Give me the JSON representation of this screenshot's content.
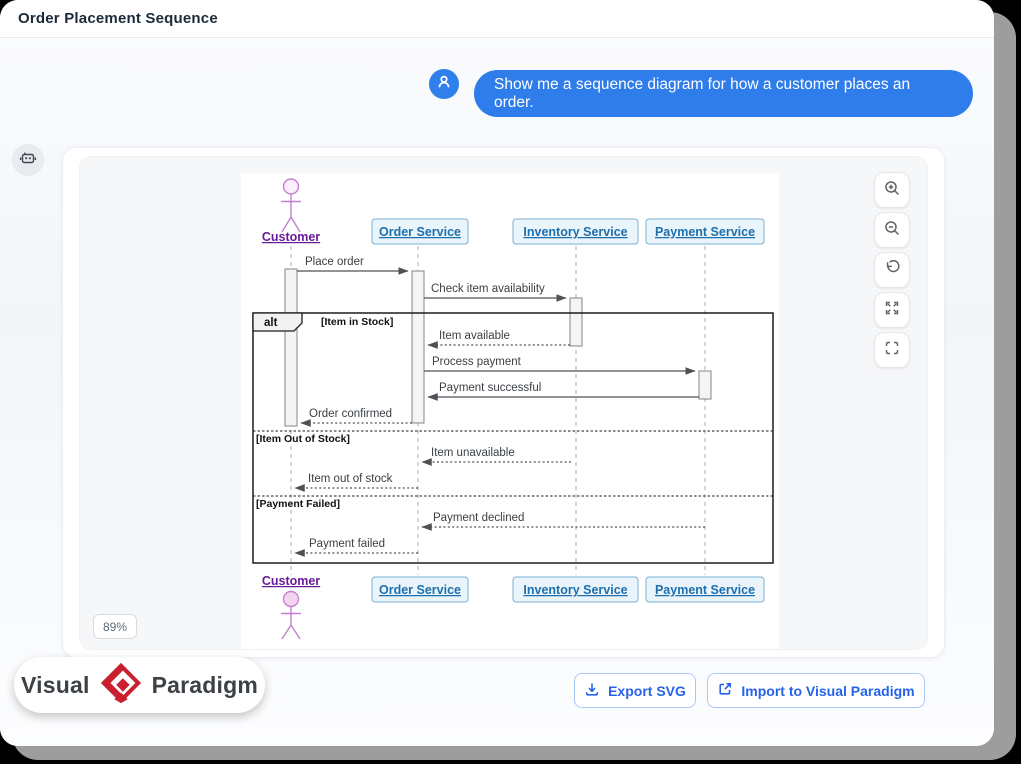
{
  "window": {
    "title": "Order Placement Sequence"
  },
  "chat": {
    "user_message": "Show me a sequence diagram for how a customer places an order.",
    "user_avatar_icon": "person-icon",
    "bot_avatar_icon": "robot-icon"
  },
  "canvas": {
    "zoom_percent": "89%",
    "controls": [
      {
        "icon": "zoom-in-icon"
      },
      {
        "icon": "zoom-out-icon"
      },
      {
        "icon": "reset-view-icon"
      },
      {
        "icon": "expand-icon"
      },
      {
        "icon": "fullscreen-icon"
      }
    ]
  },
  "diagram": {
    "type": "sequence",
    "participants": [
      {
        "name": "Customer",
        "kind": "actor"
      },
      {
        "name": "Order Service",
        "kind": "participant"
      },
      {
        "name": "Inventory Service",
        "kind": "participant"
      },
      {
        "name": "Payment Service",
        "kind": "participant"
      }
    ],
    "messages": [
      {
        "from": "Customer",
        "to": "Order Service",
        "label": "Place order",
        "style": "solid"
      },
      {
        "from": "Order Service",
        "to": "Inventory Service",
        "label": "Check item availability",
        "style": "solid"
      },
      {
        "from": "Inventory Service",
        "to": "Order Service",
        "label": "Item available",
        "style": "dotted"
      },
      {
        "from": "Order Service",
        "to": "Payment Service",
        "label": "Process payment",
        "style": "solid"
      },
      {
        "from": "Payment Service",
        "to": "Order Service",
        "label": "Payment successful",
        "style": "solid"
      },
      {
        "from": "Order Service",
        "to": "Customer",
        "label": "Order confirmed",
        "style": "dotted"
      },
      {
        "from": "Inventory Service",
        "to": "Order Service",
        "label": "Item unavailable",
        "style": "dotted"
      },
      {
        "from": "Order Service",
        "to": "Customer",
        "label": "Item out of stock",
        "style": "dotted"
      },
      {
        "from": "Payment Service",
        "to": "Order Service",
        "label": "Payment declined",
        "style": "dotted"
      },
      {
        "from": "Order Service",
        "to": "Customer",
        "label": "Payment failed",
        "style": "dotted"
      }
    ],
    "fragment": {
      "operator": "alt",
      "guards": [
        "[Item in Stock]",
        "[Item Out of Stock]",
        "[Payment Failed]"
      ]
    }
  },
  "footer": {
    "export_label": "Export SVG",
    "export_icon": "download-icon",
    "import_label": "Import to Visual Paradigm",
    "import_icon": "external-link-icon"
  },
  "logo": {
    "word1": "Visual",
    "word2": "Paradigm",
    "mark": "vp-diamond-icon"
  },
  "colors": {
    "bubble_blue": "#2f7ceb",
    "accent_blue": "#2563eb",
    "service_box_fill": "#eaf4fb",
    "service_box_border": "#7ab0d4",
    "service_text": "#1e6fad",
    "actor_purple": "#c57fd2",
    "actor_text": "#6a1b9a",
    "frame_black": "#1c1c1c",
    "logo_red": "#c8202f"
  }
}
